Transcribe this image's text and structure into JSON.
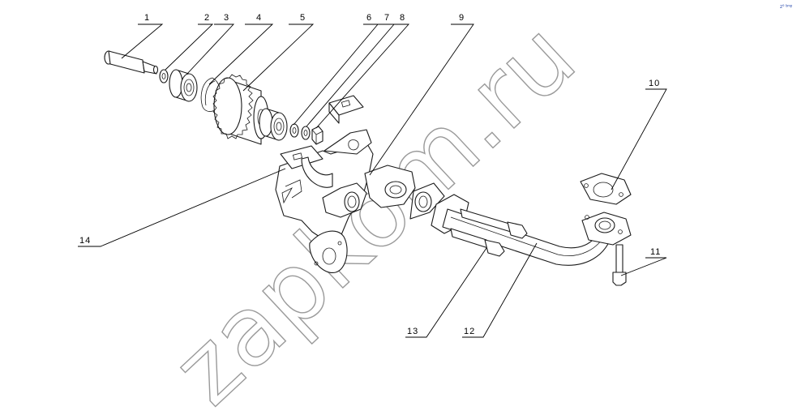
{
  "watermark": "zapkom.ru",
  "corner_mark": "z⁰ ᵇᵐᵖ",
  "callouts": [
    {
      "label": "1"
    },
    {
      "label": "2"
    },
    {
      "label": "3"
    },
    {
      "label": "4"
    },
    {
      "label": "5"
    },
    {
      "label": "6"
    },
    {
      "label": "7"
    },
    {
      "label": "8"
    },
    {
      "label": "9"
    },
    {
      "label": "10"
    },
    {
      "label": "11"
    },
    {
      "label": "12"
    },
    {
      "label": "13"
    },
    {
      "label": "14"
    }
  ]
}
